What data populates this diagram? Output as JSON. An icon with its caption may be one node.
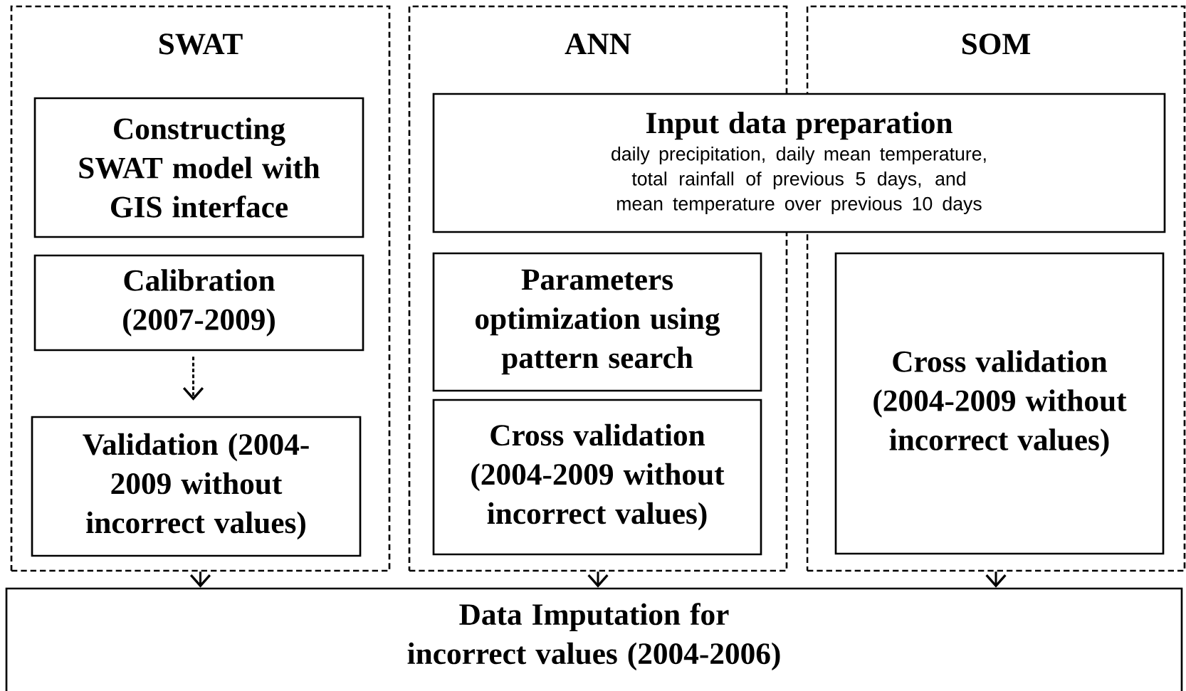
{
  "diagram": {
    "nodes": [
      {
        "text": [
          "SWAT"
        ]
      },
      {
        "text": [
          "Constructing SWAT model with GIS interface"
        ],
        "in": 0
      },
      {
        "text": [
          "Calibration (2007-2009)"
        ],
        "in": 0
      },
      {
        "text": [
          "Validation (2004-2009 without incorrect values)"
        ],
        "in": 0
      },
      {
        "text": [
          "ANN"
        ]
      },
      {
        "text": [
          "Input data preparation",
          "daily precipitation, daily mean temperature, total rainfall of previous 5 days, and mean temperature over previous 10 days"
        ]
      },
      {
        "text": [
          "Parameters optimization using pattern search"
        ],
        "in": 4
      },
      {
        "text": [
          "Cross validation (2004-2009 without incorrect values)"
        ],
        "in": 4
      },
      {
        "text": [
          "SOM"
        ]
      },
      {
        "text": [
          "Cross validation (2004-2009 without incorrect values)"
        ],
        "in": 8
      },
      {
        "text": [
          "Data Imputation for incorrect values (2004-2006)"
        ]
      }
    ],
    "edges": [
      {
        "from": 2,
        "to": 3,
        "arrow": "to",
        "style": "dashed"
      },
      {
        "from": 0,
        "to": 10,
        "arrow": "to"
      },
      {
        "from": 4,
        "to": 10,
        "arrow": "to"
      },
      {
        "from": 8,
        "to": 10,
        "arrow": "to"
      }
    ]
  }
}
